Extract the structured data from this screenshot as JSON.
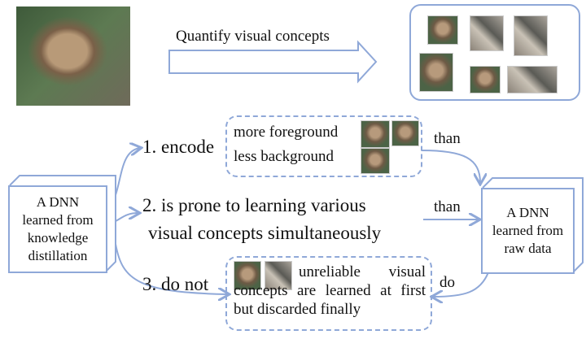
{
  "top": {
    "title": "Quantify visual concepts"
  },
  "left_box": {
    "label": "A DNN learned from knowledge distillation"
  },
  "right_box": {
    "label": "A DNN learned from raw data"
  },
  "point1": {
    "label": "1. encode",
    "line1": "more foreground",
    "line2": "less background",
    "connector": "than"
  },
  "point2": {
    "line1": "2. is prone to learning various",
    "line2": "visual concepts simultaneously",
    "connector": "than"
  },
  "point3": {
    "label": "3. do not",
    "text": "unreliable visual concepts are learned at first but discarded finally",
    "connector": "do"
  },
  "colors": {
    "accent": "#8fa8d8"
  }
}
